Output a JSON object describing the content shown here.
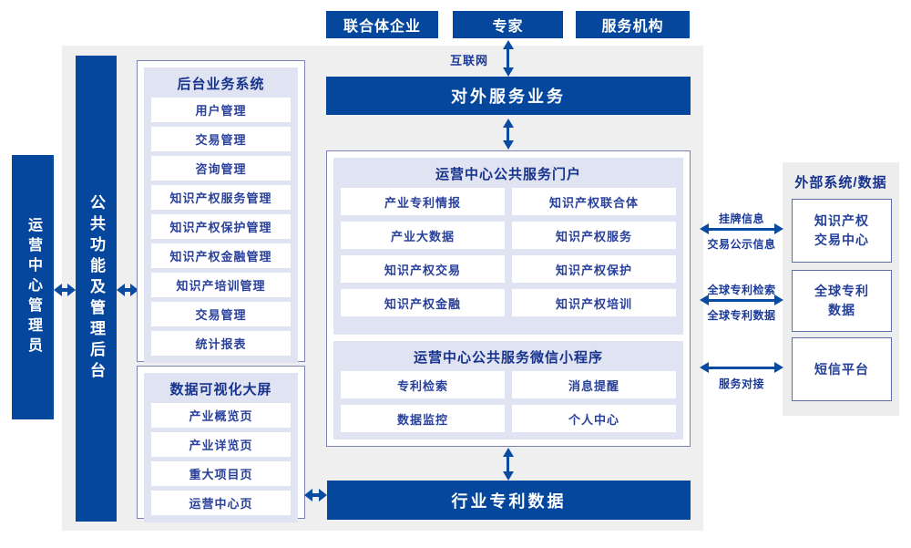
{
  "colors": {
    "primary_blue": "#04479d",
    "arrow_blue": "#0a4ba2",
    "lavender_section": "#dfe3f2",
    "panel_border": "#7d83b5",
    "item_text": "#2a419c",
    "header_text": "#17338d",
    "background_gray": "#efeff0"
  },
  "top_actors": {
    "items": [
      "联合体企业",
      "专家",
      "服务机构"
    ]
  },
  "internet_label": "互联网",
  "external_service_bar": "对外服务业务",
  "left_column": {
    "admin_box": "运营中心管理员",
    "backend_bar": "公共功能及管理后台"
  },
  "backend_panel": {
    "title": "后台业务系统",
    "items": [
      "用户管理",
      "交易管理",
      "咨询管理",
      "知识产权服务管理",
      "知识产权保护管理",
      "知识产权金融管理",
      "知识产培训管理",
      "交易管理",
      "统计报表"
    ]
  },
  "viz_panel": {
    "title": "数据可视化大屏",
    "items": [
      "产业概览页",
      "产业详览页",
      "重大项目页",
      "运营中心页"
    ]
  },
  "portal_panel": {
    "title": "运营中心公共服务门户",
    "items": [
      "产业专利情报",
      "知识产权联合体",
      "产业大数据",
      "知识产权服务",
      "知识产权交易",
      "知识产权保护",
      "知识产权金融",
      "知识产权培训"
    ]
  },
  "miniapp_panel": {
    "title": "运营中心公共服务微信小程序",
    "items": [
      "专利检索",
      "消息提醒",
      "数据监控",
      "个人中心"
    ]
  },
  "industry_bar": "行业专利数据",
  "external_panel": {
    "title": "外部系统/数据",
    "boxes": [
      {
        "lines": [
          "知识产权",
          "交易中心"
        ]
      },
      {
        "lines": [
          "全球专利",
          "数据"
        ]
      },
      {
        "lines": [
          "短信平台"
        ]
      }
    ]
  },
  "link_labels": [
    {
      "top": "挂牌信息",
      "bottom": "交易公示信息"
    },
    {
      "top": "全球专利检索",
      "bottom": "全球专利数据"
    },
    {
      "bottom": "服务对接"
    }
  ]
}
